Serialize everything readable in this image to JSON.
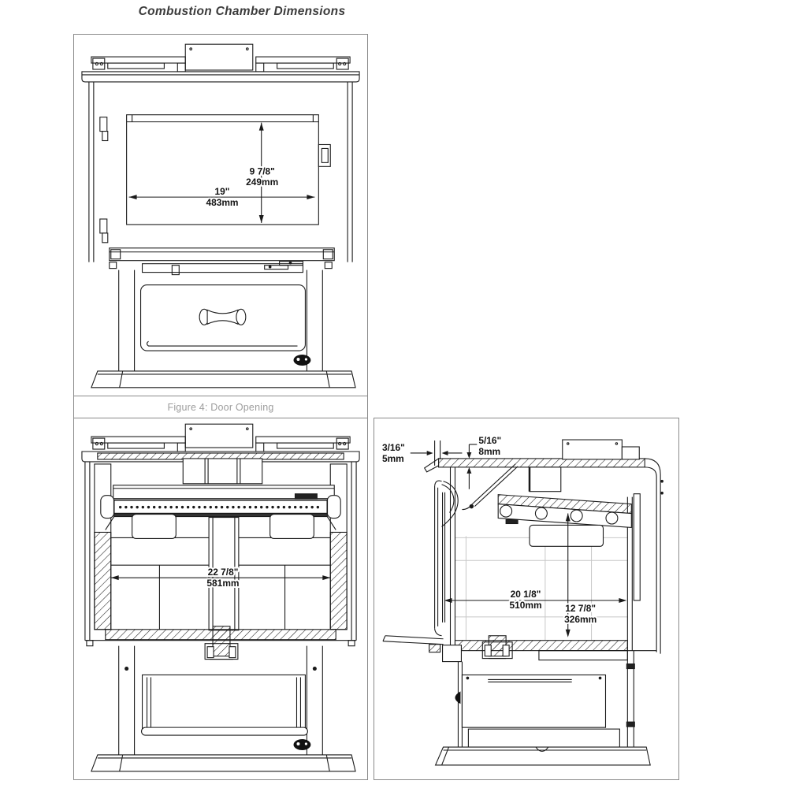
{
  "title": "Combustion Chamber Dimensions",
  "figure4": {
    "caption": "Figure 4: Door Opening",
    "door_width_in": "19\"",
    "door_width_mm": "483mm",
    "door_height_in": "9 7/8\"",
    "door_height_mm": "249mm"
  },
  "front_section": {
    "chamber_width_in": "22 7/8\"",
    "chamber_width_mm": "581mm"
  },
  "side_section": {
    "top_gap_in": "3/16\"",
    "top_gap_mm": "5mm",
    "top_lip_in": "5/16\"",
    "top_lip_mm": "8mm",
    "chamber_height_in": "12 7/8\"",
    "chamber_height_mm": "326mm",
    "chamber_depth_in": "20 1/8\"",
    "chamber_depth_mm": "510mm"
  }
}
